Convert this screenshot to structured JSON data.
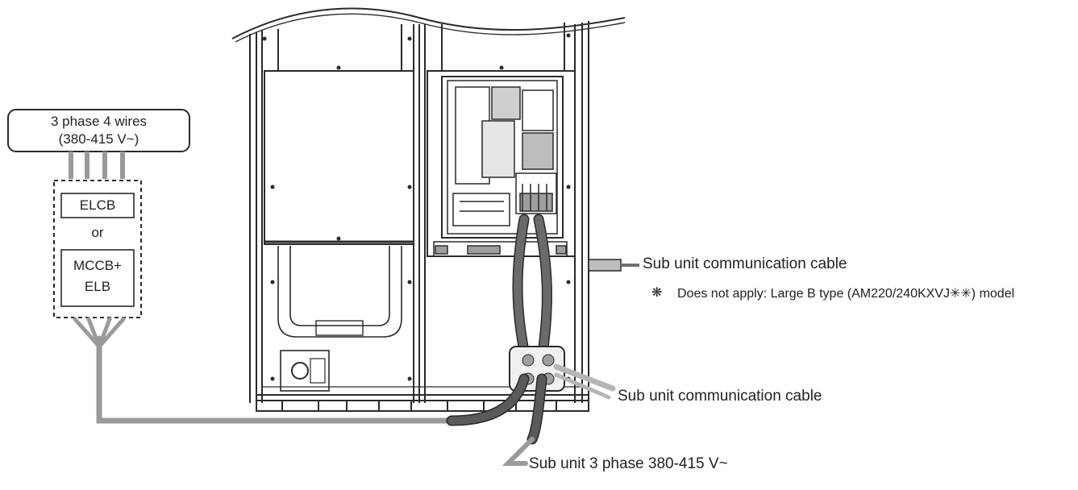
{
  "power_box": {
    "line1": "3 phase 4 wires",
    "line2": "(380-415 V~)"
  },
  "breaker": {
    "elcb": "ELCB",
    "or": "or",
    "mccb_line1": "MCCB+",
    "mccb_line2": "ELB"
  },
  "labels": {
    "comm_cable_top": "Sub unit communication cable",
    "note_symbol": "❋",
    "note_text": "Does not apply: Large B type (AM220/240KXVJ✳✳) model",
    "comm_cable_bottom": "Sub unit communication cable",
    "power_cable": "Sub unit 3 phase 380-415 V~"
  },
  "colors": {
    "line": "#2a2a2a",
    "cable_dark": "#5a5a5a",
    "cable_light": "#9a9a9a"
  }
}
